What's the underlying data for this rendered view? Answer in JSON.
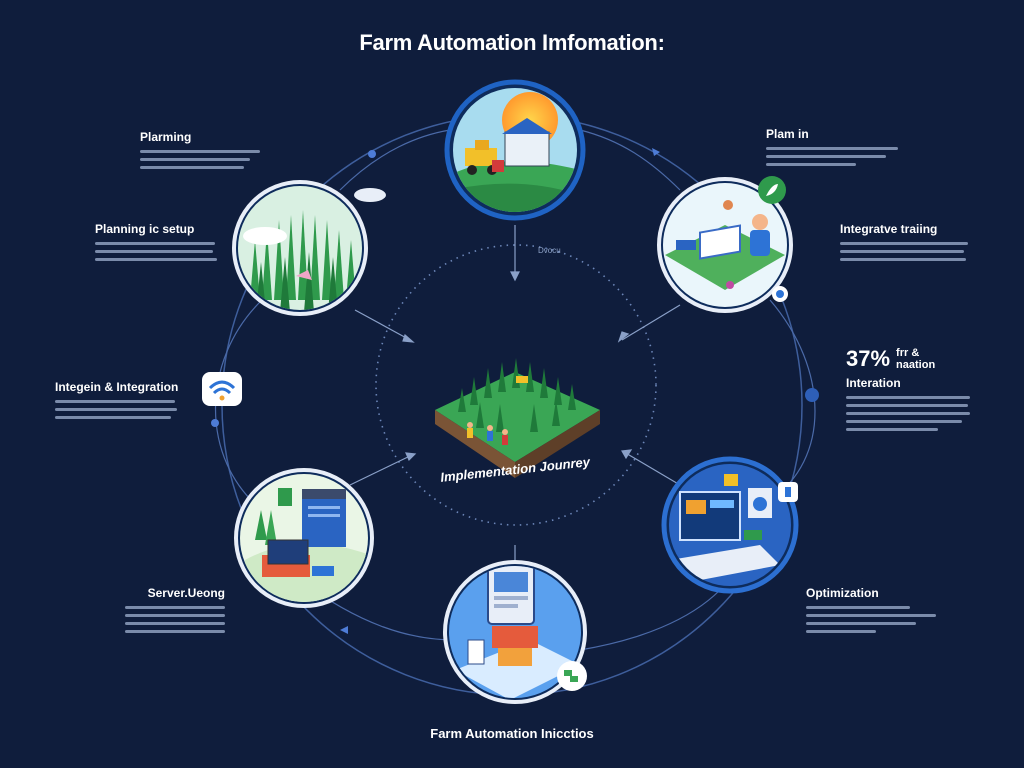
{
  "title": "Farm Automation Imfomation:",
  "footer": "Farm Automation Inicctios",
  "center_label": "Implementation Jounrey",
  "stage_marker": "Dvocu",
  "stats": {
    "percent": "37%",
    "suffix": "frr & naation"
  },
  "blocks": [
    {
      "id": "planning",
      "heading": "Plarming"
    },
    {
      "id": "planning-setup",
      "heading": "Planning ic setup"
    },
    {
      "id": "integration",
      "heading": "Integein & Integration"
    },
    {
      "id": "server",
      "heading": "Server.Ueong"
    },
    {
      "id": "plan-in",
      "heading": "Plam in"
    },
    {
      "id": "training",
      "heading": "Integratve traiing"
    },
    {
      "id": "interation",
      "heading": "Interation"
    },
    {
      "id": "optimization",
      "heading": "Optimization"
    }
  ],
  "nodes": [
    {
      "id": "node-top",
      "icon": "farm-truck-icon"
    },
    {
      "id": "node-top-left",
      "icon": "crop-field-icon"
    },
    {
      "id": "node-top-right",
      "icon": "training-person-icon"
    },
    {
      "id": "node-bottom-left",
      "icon": "server-laptop-icon"
    },
    {
      "id": "node-bottom-right",
      "icon": "laptop-dashboard-icon"
    },
    {
      "id": "node-bottom",
      "icon": "tablet-device-icon"
    },
    {
      "id": "node-center",
      "icon": "field-island-icon"
    }
  ],
  "colors": {
    "background": "#0f1d3c",
    "ring": "#3e5e9c",
    "node_ring": "#2c6fd1",
    "accent_green": "#3aa655",
    "text_muted": "#9fb0cf"
  }
}
